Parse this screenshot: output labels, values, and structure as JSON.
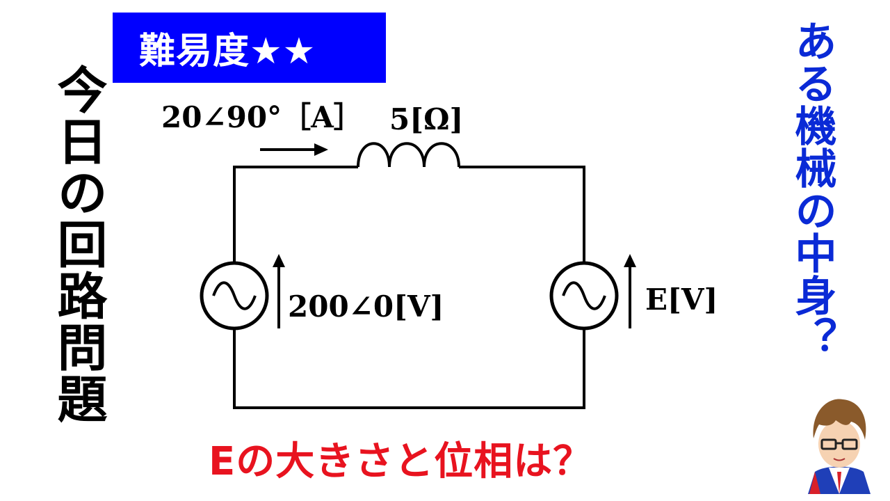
{
  "difficulty_badge": "難易度★★",
  "left_title": "今日の回路問題",
  "right_caption": "ある機械の中身？",
  "question": "Eの大きさと位相は？",
  "circuit": {
    "current_label": "20∠90°［A］",
    "inductor_label": "5[Ω]",
    "source_left_label": "200∠0[V]",
    "source_right_label": "E[V]"
  },
  "colors": {
    "badge_bg": "#0000ff",
    "badge_text": "#ffffff",
    "right_caption": "#0a2ad6",
    "question": "#e8131f",
    "wire": "#000000"
  }
}
